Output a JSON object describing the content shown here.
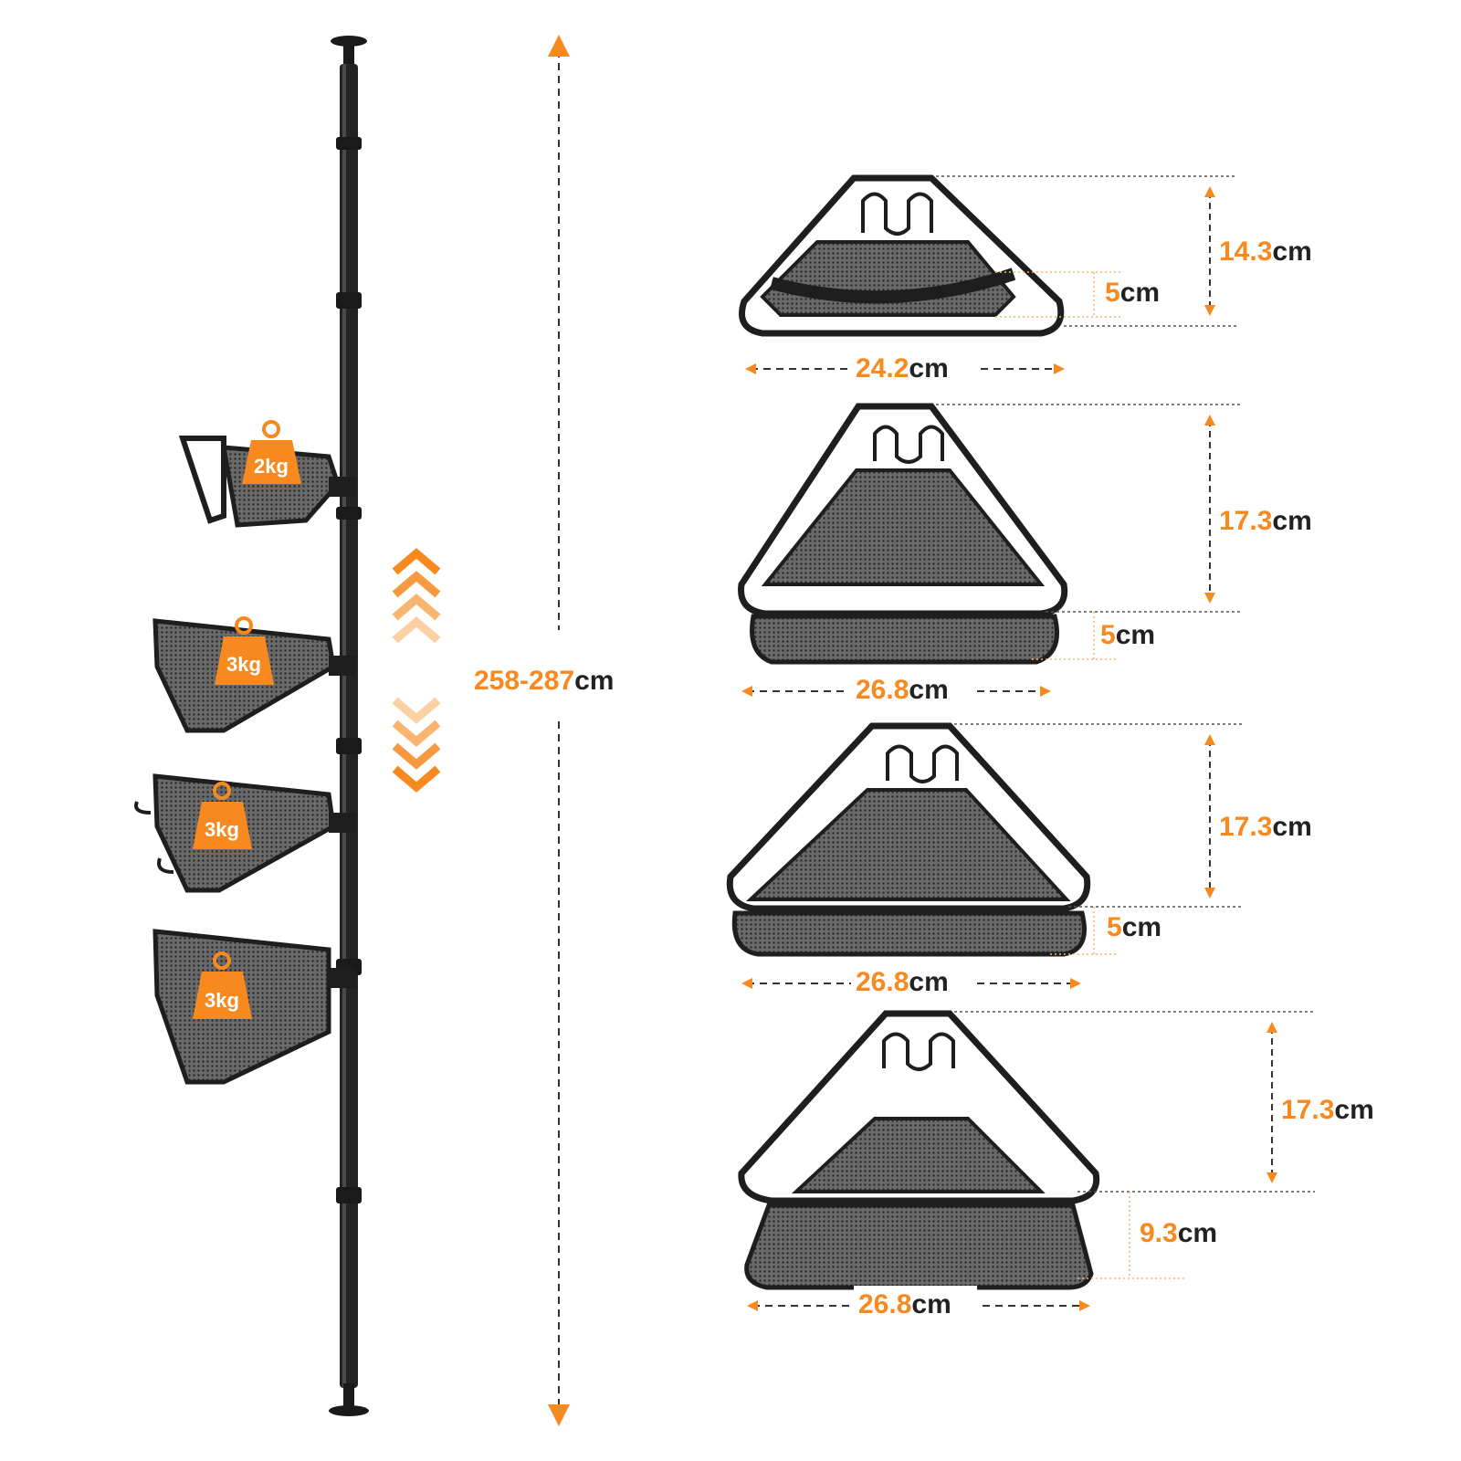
{
  "colors": {
    "accent": "#f7891f",
    "metal": "#1e1e1e",
    "mesh": "#555555",
    "background": "#ffffff"
  },
  "pole": {
    "height_range": "258-287",
    "unit": "cm"
  },
  "load_weights": [
    "2kg",
    "3kg",
    "3kg",
    "3kg"
  ],
  "shelves": [
    {
      "width_value": "24.2",
      "height_value": "14.3",
      "base_value": "5",
      "unit": "cm"
    },
    {
      "width_value": "26.8",
      "height_value": "17.3",
      "base_value": "5",
      "unit": "cm"
    },
    {
      "width_value": "26.8",
      "height_value": "17.3",
      "base_value": "5",
      "unit": "cm"
    },
    {
      "width_value": "26.8",
      "height_value": "17.3",
      "base_value": "9.3",
      "unit": "cm"
    }
  ],
  "icons": [
    "weight-icon",
    "adjust-up-arrows-icon",
    "adjust-down-arrows-icon",
    "dimension-arrow-icon"
  ]
}
